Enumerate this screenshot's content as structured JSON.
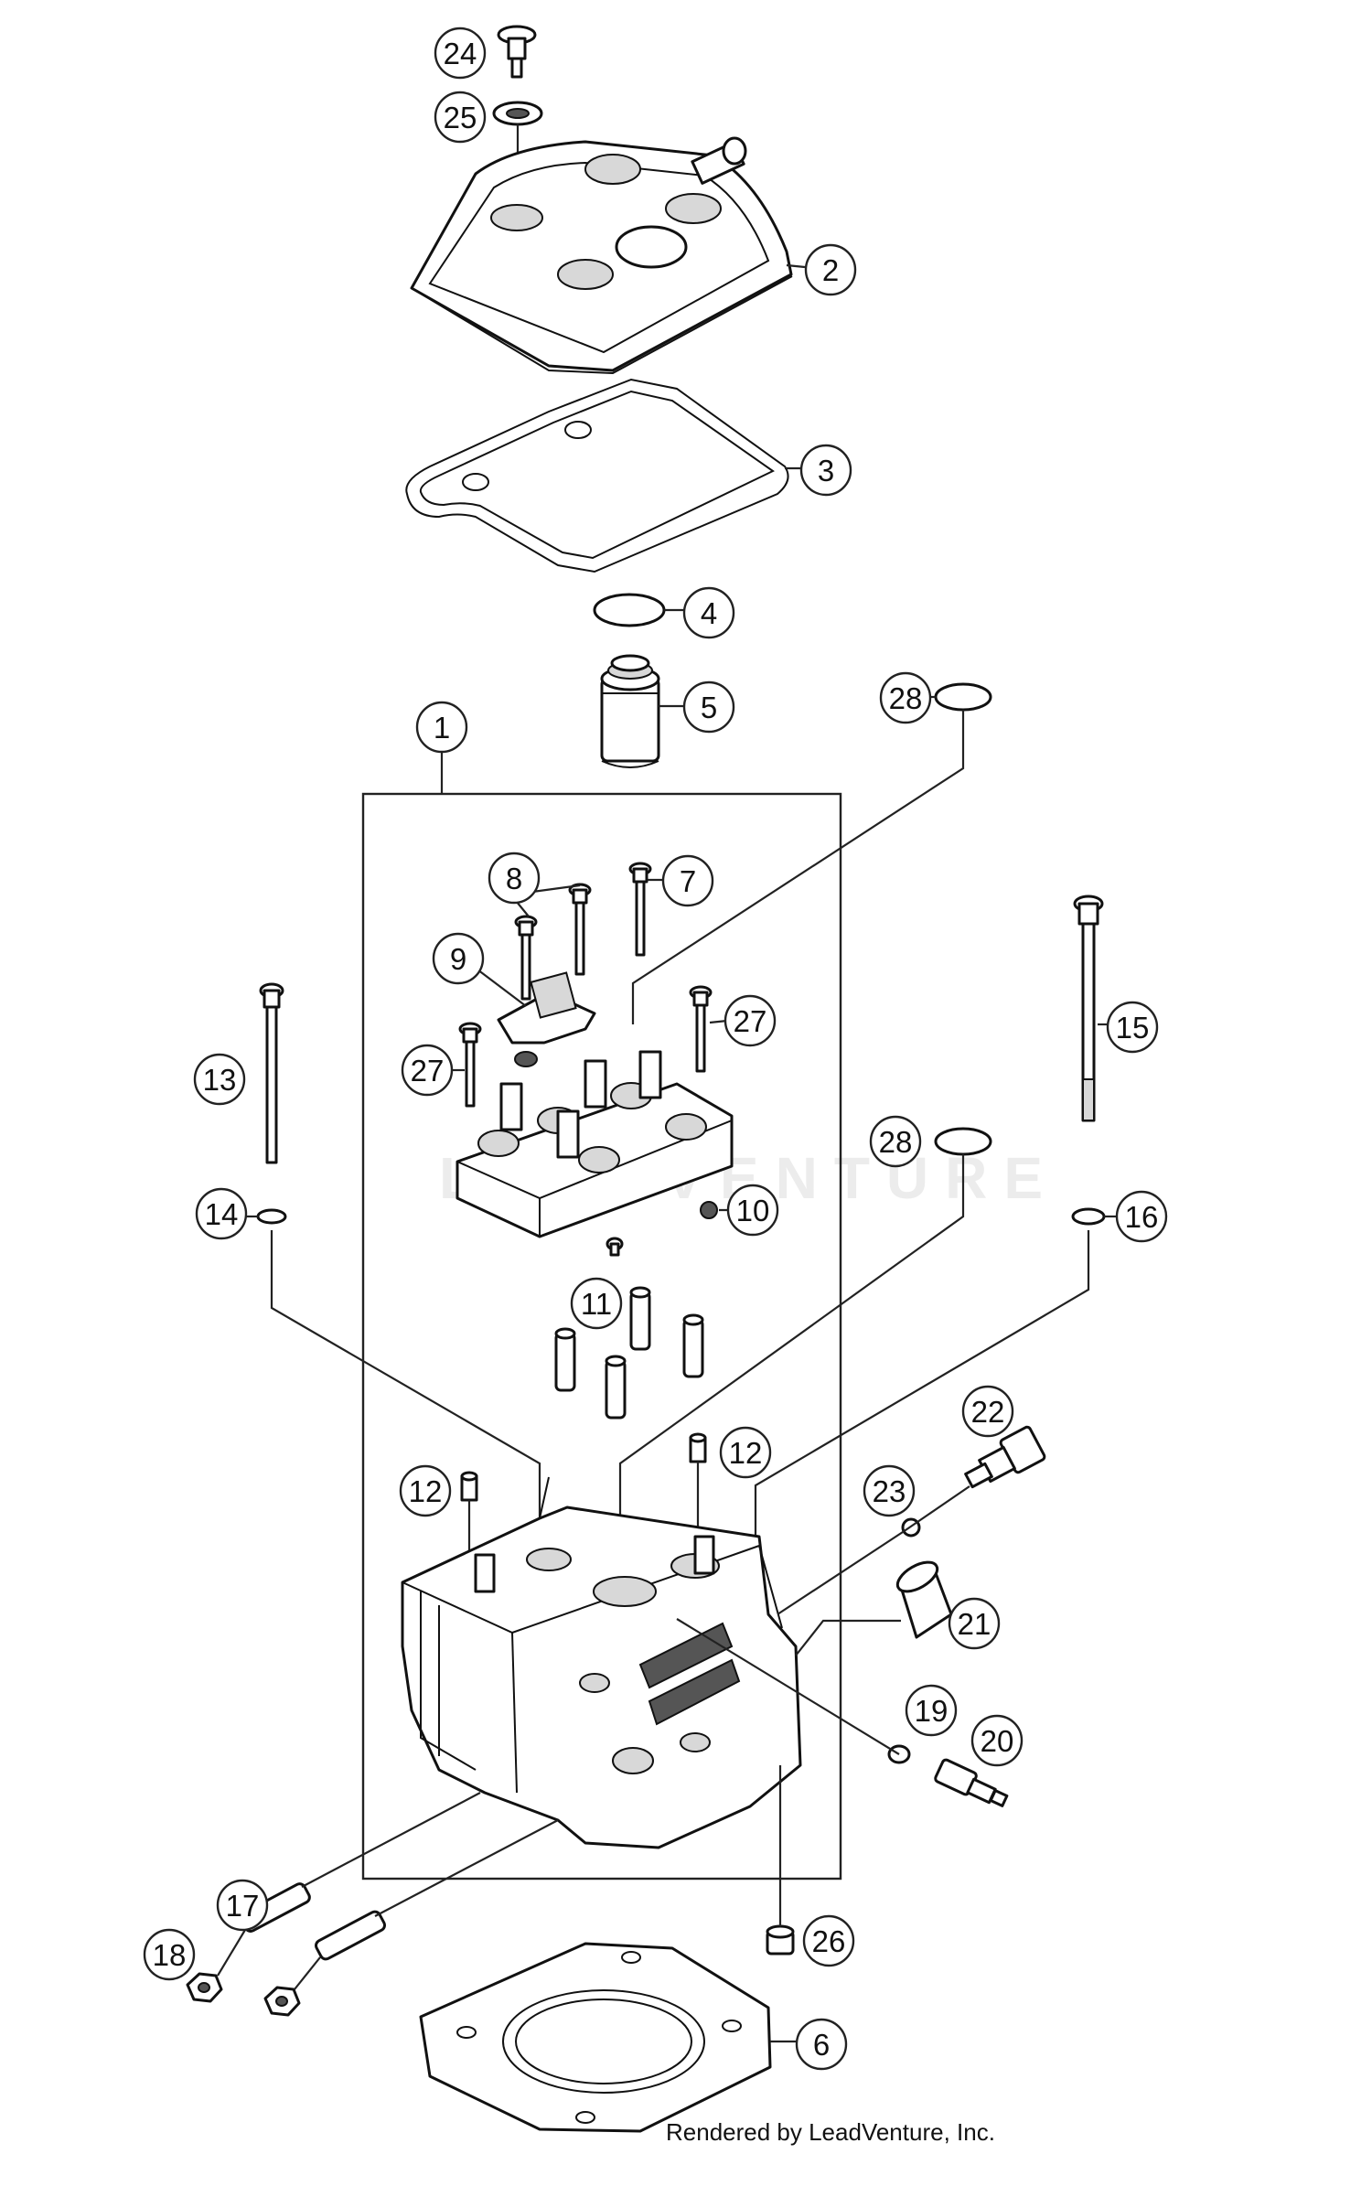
{
  "diagram": {
    "callouts": [
      {
        "id": "24",
        "label": "24"
      },
      {
        "id": "25",
        "label": "25"
      },
      {
        "id": "2",
        "label": "2"
      },
      {
        "id": "3",
        "label": "3"
      },
      {
        "id": "4",
        "label": "4"
      },
      {
        "id": "5",
        "label": "5"
      },
      {
        "id": "1",
        "label": "1"
      },
      {
        "id": "28a",
        "label": "28"
      },
      {
        "id": "8",
        "label": "8"
      },
      {
        "id": "7",
        "label": "7"
      },
      {
        "id": "9",
        "label": "9"
      },
      {
        "id": "27a",
        "label": "27"
      },
      {
        "id": "27b",
        "label": "27"
      },
      {
        "id": "13",
        "label": "13"
      },
      {
        "id": "15",
        "label": "15"
      },
      {
        "id": "28b",
        "label": "28"
      },
      {
        "id": "10",
        "label": "10"
      },
      {
        "id": "14",
        "label": "14"
      },
      {
        "id": "16",
        "label": "16"
      },
      {
        "id": "11",
        "label": "11"
      },
      {
        "id": "22",
        "label": "22"
      },
      {
        "id": "12a",
        "label": "12"
      },
      {
        "id": "12b",
        "label": "12"
      },
      {
        "id": "23",
        "label": "23"
      },
      {
        "id": "21",
        "label": "21"
      },
      {
        "id": "19",
        "label": "19"
      },
      {
        "id": "20",
        "label": "20"
      },
      {
        "id": "17",
        "label": "17"
      },
      {
        "id": "18",
        "label": "18"
      },
      {
        "id": "26",
        "label": "26"
      },
      {
        "id": "6",
        "label": "6"
      }
    ],
    "watermark": "LEADVENTURE",
    "credit": "Rendered by LeadVenture, Inc."
  }
}
